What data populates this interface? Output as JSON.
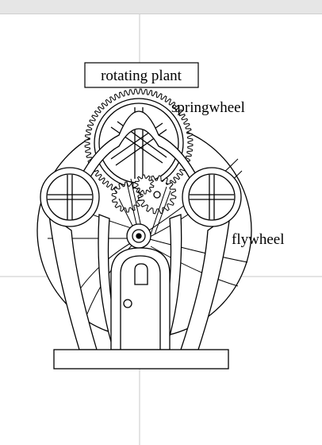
{
  "diagram": {
    "labels": {
      "title": "rotating plant",
      "springwheel": "springwheel",
      "flywheel": "flywheel"
    }
  },
  "colors": {
    "stroke": "#000000",
    "background": "#ffffff",
    "guide": "#c8c8c8",
    "toolbar": "#e6e6e6"
  }
}
